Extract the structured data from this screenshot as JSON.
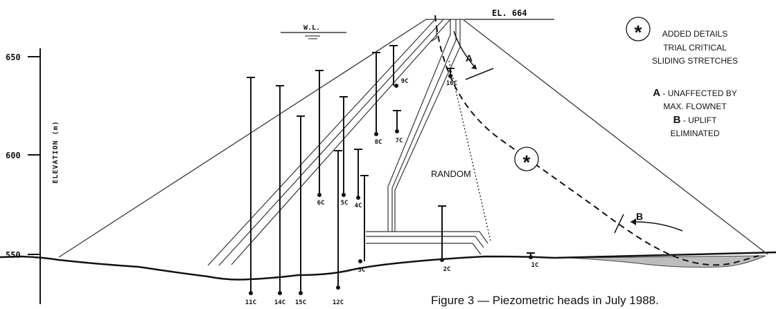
{
  "elevation_label": "EL. 664",
  "water_level_label": "W.L.",
  "axis": {
    "title": "ELEVATION (m)",
    "ticks": [
      "650",
      "600",
      "550"
    ]
  },
  "zone_label": "RANDOM",
  "legend": {
    "star_symbol": "*",
    "line1": "ADDED DETAILS",
    "line2": "TRIAL CRITICAL",
    "line3": "SLIDING STRETCHES",
    "a_key": "A",
    "a_text1": " - UNAFFECTED BY",
    "a_text2": "MAX. FLOWNET",
    "b_key": "B",
    "b_text1": " - UPLIFT",
    "b_text2": "ELIMINATED"
  },
  "markers": {
    "a": "A",
    "b": "B",
    "star": "*"
  },
  "piezometers": [
    {
      "id": "11C"
    },
    {
      "id": "14C"
    },
    {
      "id": "15C"
    },
    {
      "id": "12C"
    },
    {
      "id": "3C"
    },
    {
      "id": "6C"
    },
    {
      "id": "5C"
    },
    {
      "id": "4C"
    },
    {
      "id": "8C"
    },
    {
      "id": "7C"
    },
    {
      "id": "9C"
    },
    {
      "id": "16C"
    },
    {
      "id": "2C"
    },
    {
      "id": "1C"
    }
  ],
  "caption": "Figure 3 — Piezometric heads in July 1988."
}
